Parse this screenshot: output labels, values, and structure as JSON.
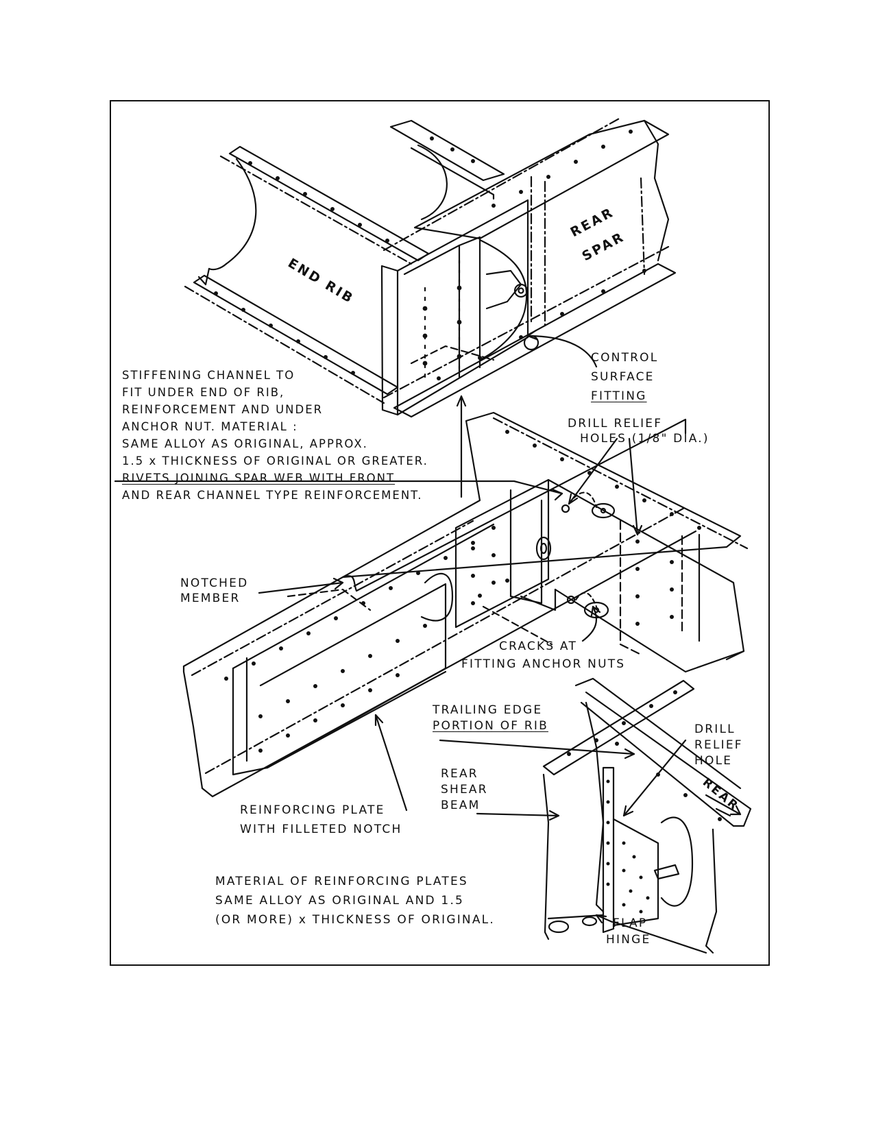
{
  "labels": {
    "end_rib": "END RIB",
    "rear_spar": [
      "REAR",
      "SPAR"
    ],
    "control_surface_fitting": [
      "CONTROL",
      "SURFACE",
      "FITTING"
    ],
    "stiffening_note": [
      "STIFFENING CHANNEL TO",
      "FIT UNDER END OF RIB,",
      "REINFORCEMENT AND UNDER",
      "ANCHOR NUT.   MATERIAL :",
      "SAME ALLOY AS ORIGINAL, APPROX.",
      "1.5 x THICKNESS OF ORIGINAL OR GREATER.",
      "RIVETS JOINING SPAR WEB WITH FRONT",
      "AND REAR CHANNEL TYPE REINFORCEMENT."
    ],
    "drill_relief_holes": [
      "DRILL RELIEF",
      "HOLES (1/8\" DIA.)"
    ],
    "notched_member": [
      "NOTCHED",
      "MEMBER"
    ],
    "cracks": [
      "CRACKS AT",
      "FITTING ANCHOR NUTS"
    ],
    "trailing_edge": [
      "TRAILING EDGE",
      "PORTION OF RIB"
    ],
    "drill_relief_hole": [
      "DRILL",
      "RELIEF",
      "HOLE"
    ],
    "rear_shear_beam": [
      "REAR",
      "SHEAR",
      "BEAM"
    ],
    "rear_arrow": "REAR",
    "reinforcing_plate": [
      "REINFORCING PLATE",
      "WITH FILLETED NOTCH"
    ],
    "material_note": [
      "MATERIAL OF REINFORCING PLATES",
      "SAME ALLOY AS ORIGINAL AND 1.5",
      "(OR MORE) x THICKNESS OF ORIGINAL."
    ],
    "flap_hinge": [
      "FLAP",
      "HINGE"
    ]
  }
}
